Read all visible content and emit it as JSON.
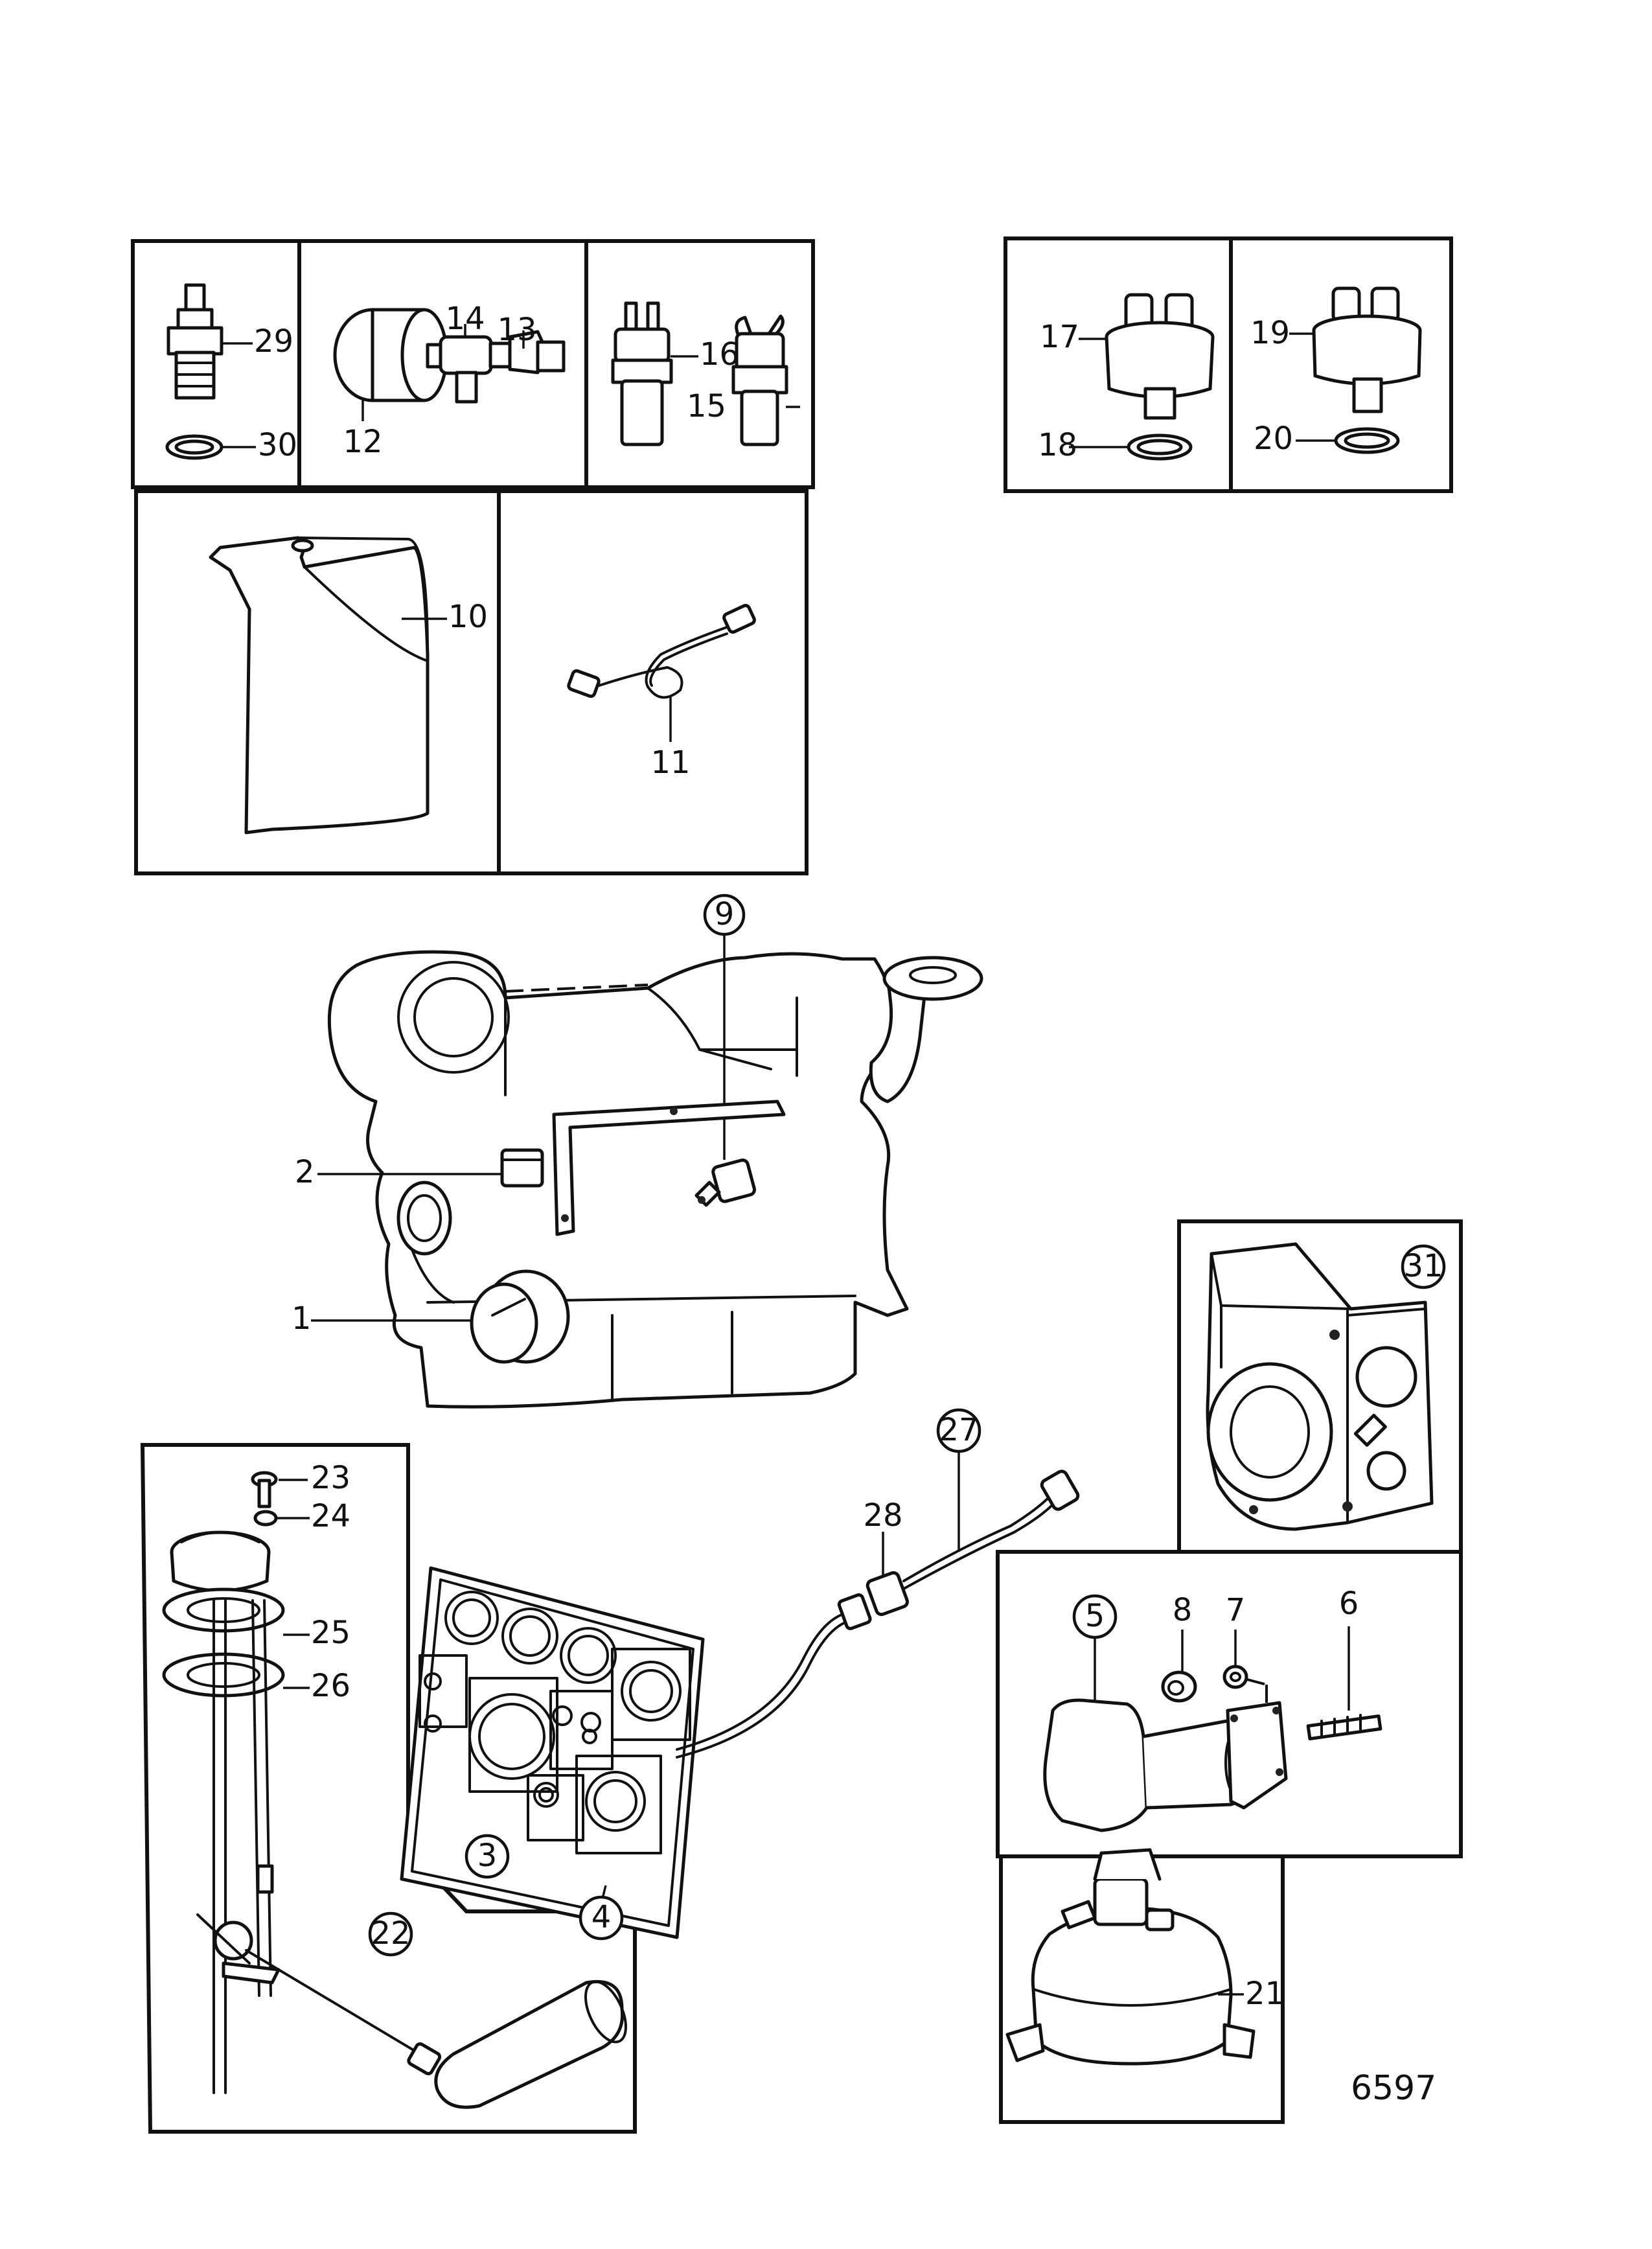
{
  "labels": {
    "l1": "1",
    "l2": "2",
    "l3": "3",
    "l4": "4",
    "l5": "5",
    "l6": "6",
    "l7": "7",
    "l8": "8",
    "l9": "9",
    "l10": "10",
    "l11": "11",
    "l12": "12",
    "l13": "13",
    "l14": "14",
    "l15": "15",
    "l16": "16",
    "l17": "17",
    "l18": "18",
    "l19": "19",
    "l20": "20",
    "l21": "21",
    "l22": "22",
    "l23": "23",
    "l24": "24",
    "l25": "25",
    "l26": "26",
    "l27": "27",
    "l28": "28",
    "l29": "29",
    "l30": "30",
    "l31": "31"
  },
  "figure_number": "6597"
}
